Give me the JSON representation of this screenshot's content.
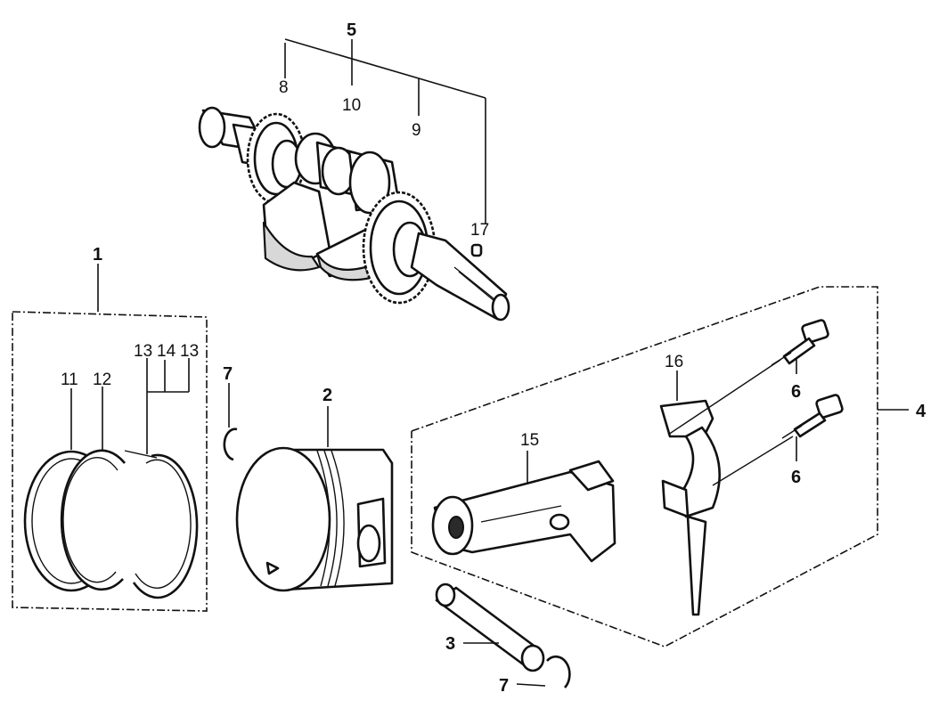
{
  "labels": {
    "l1": "1",
    "l2": "2",
    "l3": "3",
    "l4": "4",
    "l5": "5",
    "l6a": "6",
    "l6b": "6",
    "l7a": "7",
    "l7b": "7",
    "l8": "8",
    "l9": "9",
    "l10": "10",
    "l11": "11",
    "l12": "12",
    "l13a": "13",
    "l14": "14",
    "l13b": "13",
    "l15": "15",
    "l16": "16",
    "l17": "17"
  }
}
